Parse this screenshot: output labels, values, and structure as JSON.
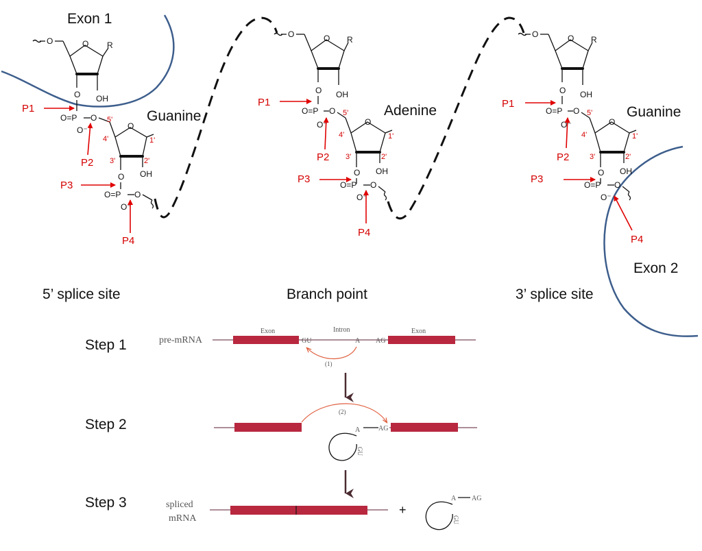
{
  "labels": {
    "exon1": "Exon 1",
    "exon2": "Exon 2",
    "guanine_left": "Guanine",
    "adenine": "Adenine",
    "guanine_right": "Guanine",
    "site_5": "5’ splice site",
    "branch_point": "Branch point",
    "site_3": "3’ splice site"
  },
  "chem": {
    "o": "O",
    "r": "R",
    "oh": "OH",
    "p_eq": "O=P",
    "o_minus": "O⁻",
    "c5": "5'",
    "c4": "4'",
    "c3": "3'",
    "c2": "2'",
    "c1": "1'"
  },
  "phosphates": {
    "p1": "P1",
    "p2": "P2",
    "p3": "P3",
    "p4": "P4"
  },
  "steps": {
    "step1": "Step 1",
    "step2": "Step 2",
    "step3": "Step 3",
    "pre_mrna": "pre-mRNA",
    "spliced_mrna_line1": "spliced",
    "spliced_mrna_line2": "mRNA",
    "exon_left": "Exon",
    "intron": "Intron",
    "exon_right": "Exon",
    "gu": "GU",
    "a": "A",
    "ag": "AG",
    "reaction1": "(1)",
    "reaction2": "(2)",
    "plus": "+"
  },
  "colors": {
    "exon_curve": "#3d5e8c",
    "phosphate_arrow": "#e00000",
    "exon_bar": "#b8283f"
  }
}
